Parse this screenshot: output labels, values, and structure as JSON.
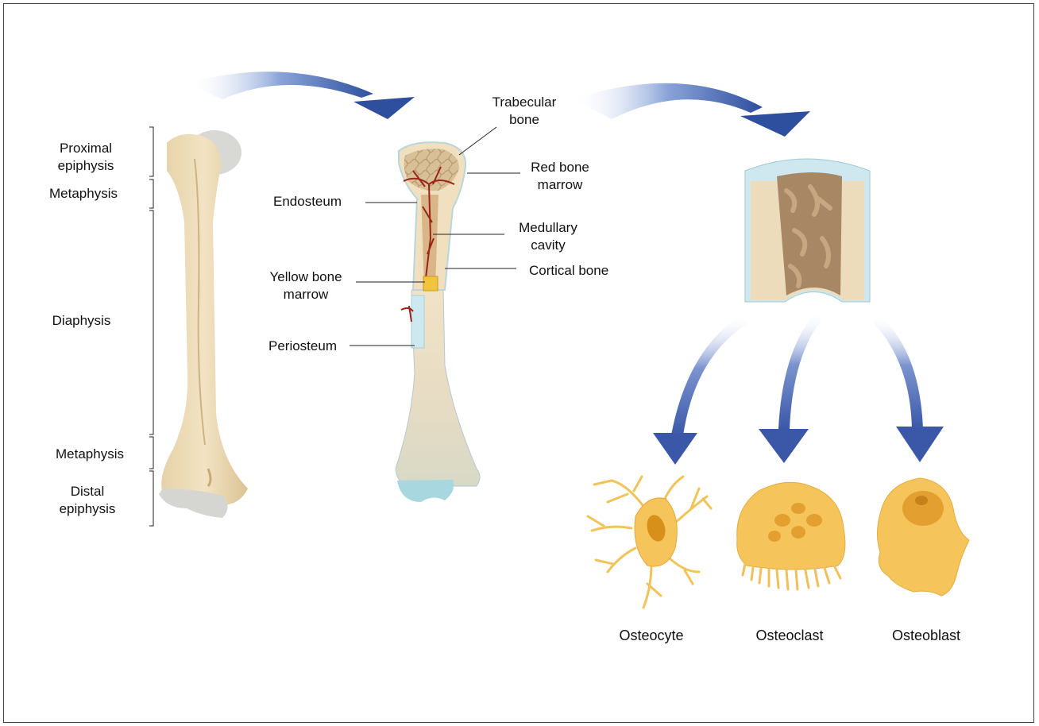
{
  "regions": {
    "proximal_epiphysis": "Proximal\nepiphysis",
    "metaphysis_top": "Metaphysis",
    "diaphysis": "Diaphysis",
    "metaphysis_bottom": "Metaphysis",
    "distal_epiphysis": "Distal\nepiphysis"
  },
  "structures": {
    "trabecular_bone": "Trabecular\nbone",
    "red_bone_marrow": "Red bone\nmarrow",
    "endosteum": "Endosteum",
    "medullary_cavity": "Medullary\ncavity",
    "cortical_bone": "Cortical bone",
    "yellow_bone_marrow": "Yellow bone\nmarrow",
    "periosteum": "Periosteum"
  },
  "cells": {
    "osteocyte": "Osteocyte",
    "osteoclast": "Osteoclast",
    "osteoblast": "Osteoblast"
  },
  "colors": {
    "bone": "#eddcb8",
    "bone_shadow": "#d9c198",
    "cartilage": "#d8d8d4",
    "cartilage_blue": "#a9d7e0",
    "marrow": "#b08f6a",
    "vessel": "#9a2418",
    "arrow": "#3e5ca6",
    "cell": "#f5c45a"
  }
}
